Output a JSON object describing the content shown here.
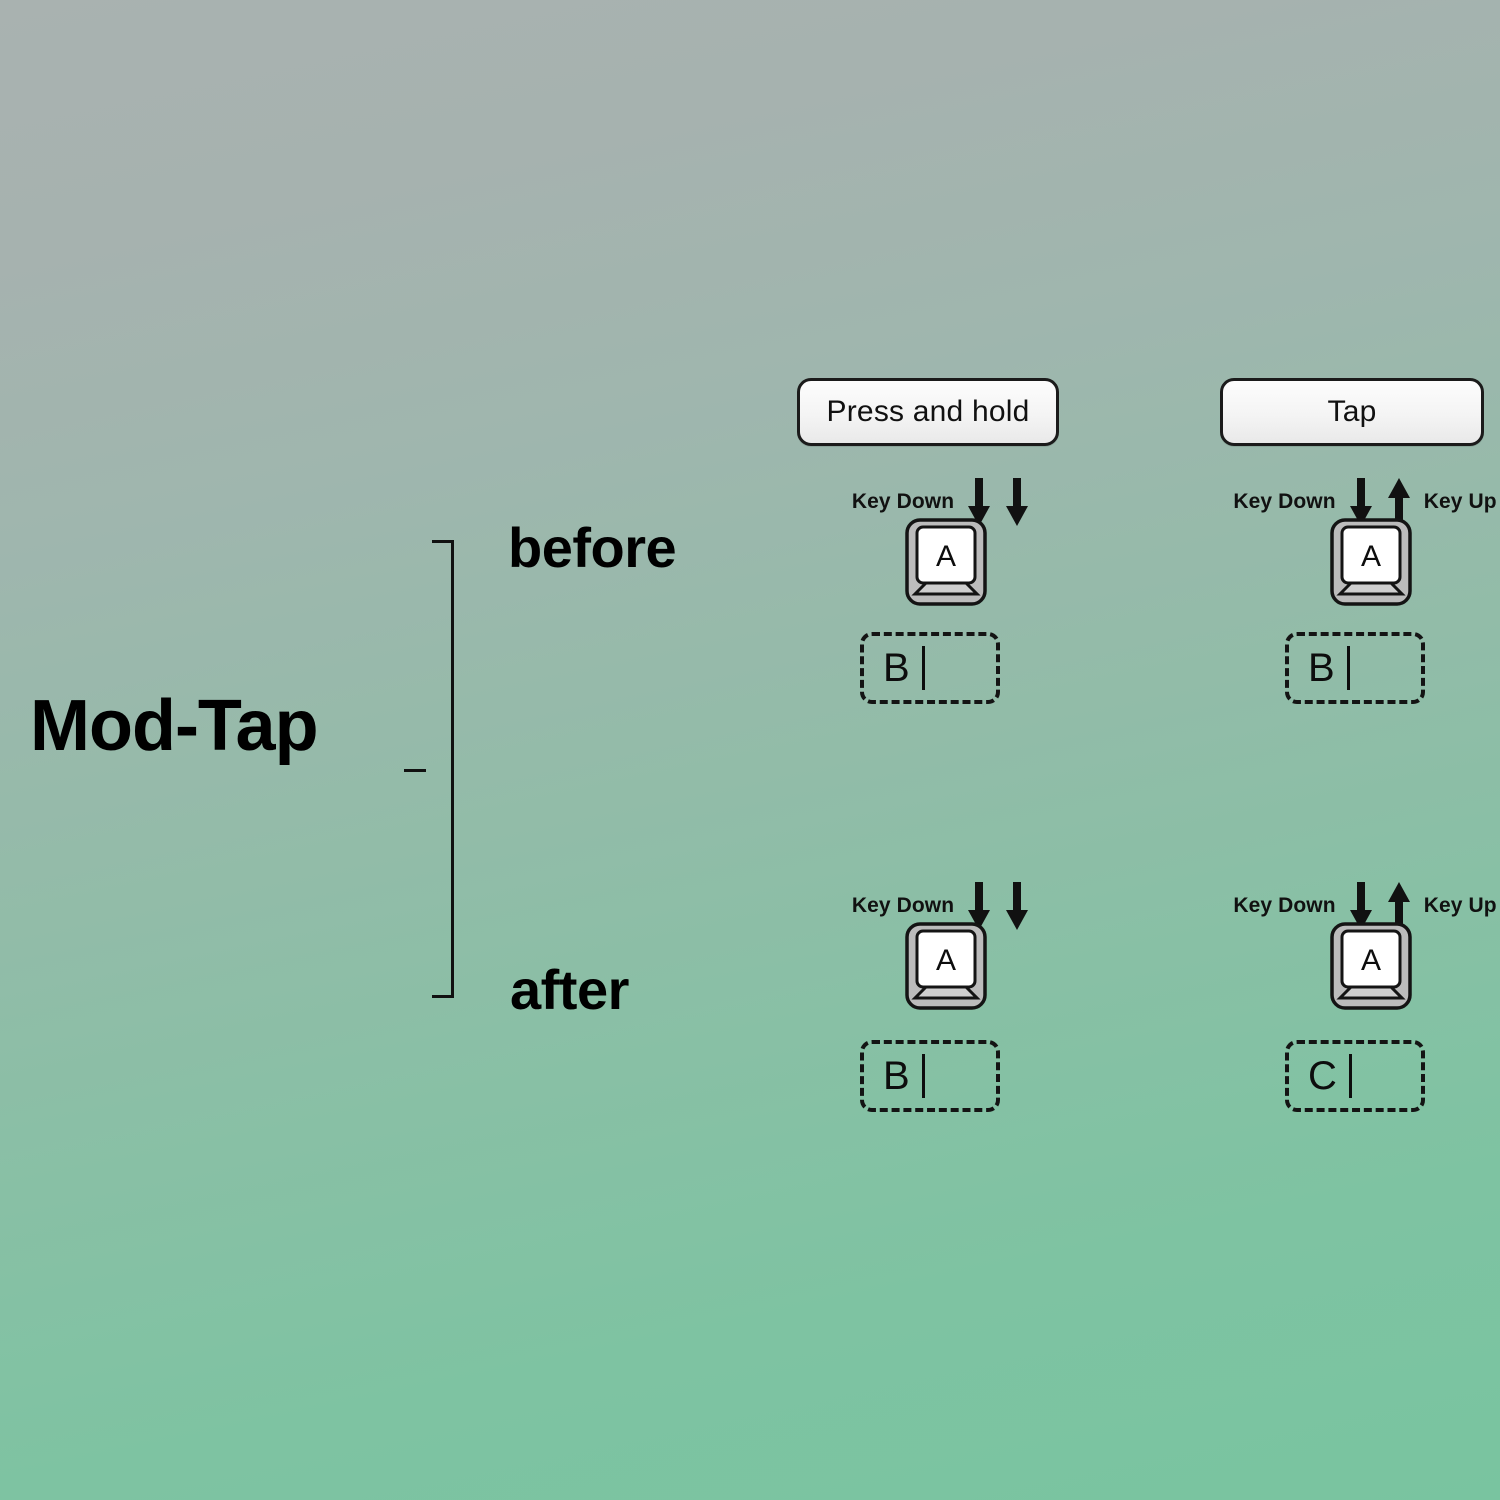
{
  "theme": {
    "bg_top": "#a9b2b0",
    "bg_bottom": "#79c4a0",
    "ink": "#111111",
    "keycap_body": "#b8b8b8",
    "keycap_face": "#ffffff",
    "pill_fill": "#f7f7f7"
  },
  "diagram": {
    "title": "Mod-Tap",
    "branches": [
      {
        "key": "before",
        "label": "before"
      },
      {
        "key": "after",
        "label": "after"
      }
    ]
  },
  "columns": [
    {
      "key": "hold",
      "header": "Press and hold"
    },
    {
      "key": "tap",
      "header": "Tap"
    }
  ],
  "panels": {
    "hold_before": {
      "header": "Press and hold",
      "label_left": "Key Down",
      "label_right": "",
      "arrows": [
        "down",
        "down"
      ],
      "keycap": "A",
      "output_letter": "B",
      "caret": "|"
    },
    "tap_before": {
      "header": "Tap",
      "label_left": "Key Down",
      "label_right": "Key Up",
      "arrows": [
        "down",
        "up"
      ],
      "keycap": "A",
      "output_letter": "B",
      "caret": "|"
    },
    "hold_after": {
      "header": "",
      "label_left": "Key Down",
      "label_right": "",
      "arrows": [
        "down",
        "down"
      ],
      "keycap": "A",
      "output_letter": "B",
      "caret": "|"
    },
    "tap_after": {
      "header": "",
      "label_left": "Key Down",
      "label_right": "Key Up",
      "arrows": [
        "down",
        "up"
      ],
      "keycap": "A",
      "output_letter": "C",
      "caret": "|"
    }
  },
  "icons": {
    "arrow_down": "arrow-down-icon",
    "arrow_up": "arrow-up-icon",
    "keycap": "keycap-icon",
    "text_caret": "text-caret-icon"
  }
}
